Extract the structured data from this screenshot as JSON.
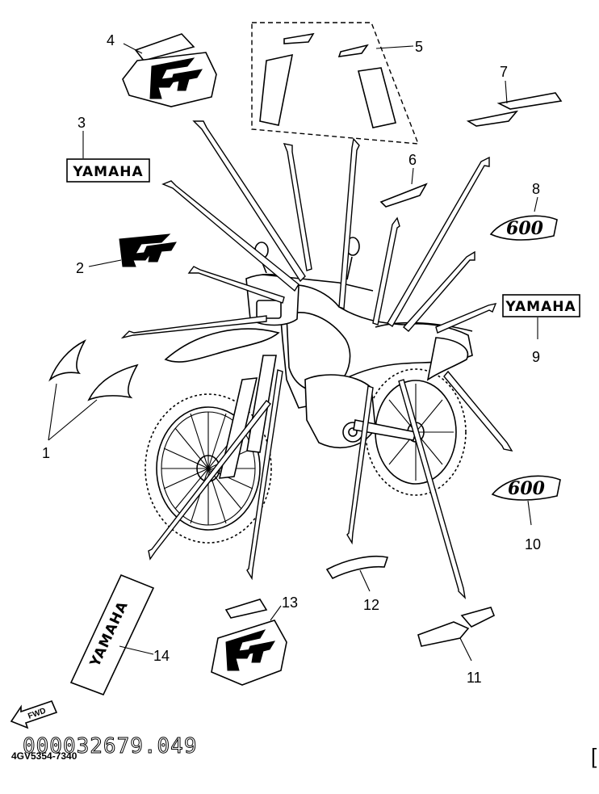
{
  "diagram": {
    "callouts": [
      {
        "id": "1",
        "label": "1"
      },
      {
        "id": "2",
        "label": "2"
      },
      {
        "id": "3",
        "label": "3"
      },
      {
        "id": "4",
        "label": "4"
      },
      {
        "id": "5",
        "label": "5"
      },
      {
        "id": "6",
        "label": "6"
      },
      {
        "id": "7",
        "label": "7"
      },
      {
        "id": "8",
        "label": "8"
      },
      {
        "id": "9",
        "label": "9"
      },
      {
        "id": "10",
        "label": "10"
      },
      {
        "id": "11",
        "label": "11"
      },
      {
        "id": "12",
        "label": "12"
      },
      {
        "id": "13",
        "label": "13"
      },
      {
        "id": "14",
        "label": "14"
      }
    ],
    "emblems": {
      "yamaha_small": "YAMAHA",
      "yamaha_right": "YAMAHA",
      "yamaha_large": "YAMAHA",
      "model_logo": "600",
      "fwd": "FWD"
    },
    "footer": {
      "part_code": "4GV5354-7340",
      "serial": "000032679.049",
      "bracket": "["
    }
  }
}
